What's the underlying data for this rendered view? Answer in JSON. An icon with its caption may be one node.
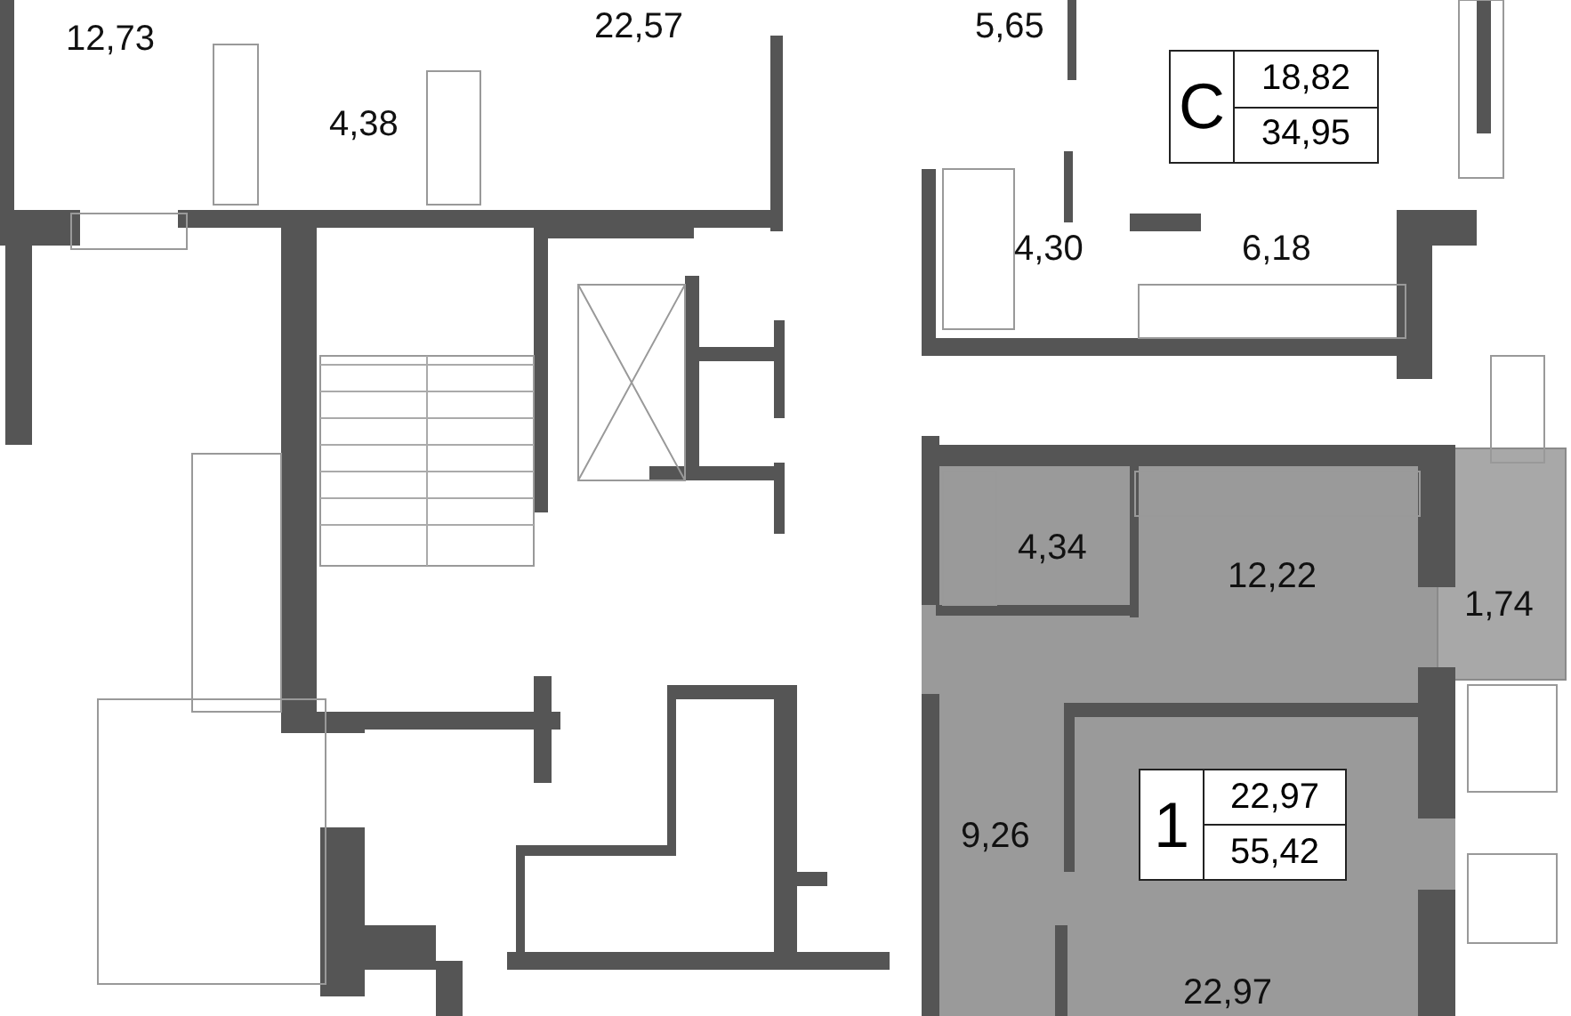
{
  "diagram": {
    "nodes": [
      {
        "text": [
          "С",
          "18,82",
          "34,95"
        ]
      },
      {
        "text": [
          "1",
          "22,97",
          "55,42"
        ]
      }
    ],
    "labels": [
      "12,73",
      "22,57",
      "5,65",
      "4,38",
      "4,30",
      "6,18",
      "4,34",
      "12,22",
      "1,74",
      "9,26",
      "22,97"
    ]
  }
}
